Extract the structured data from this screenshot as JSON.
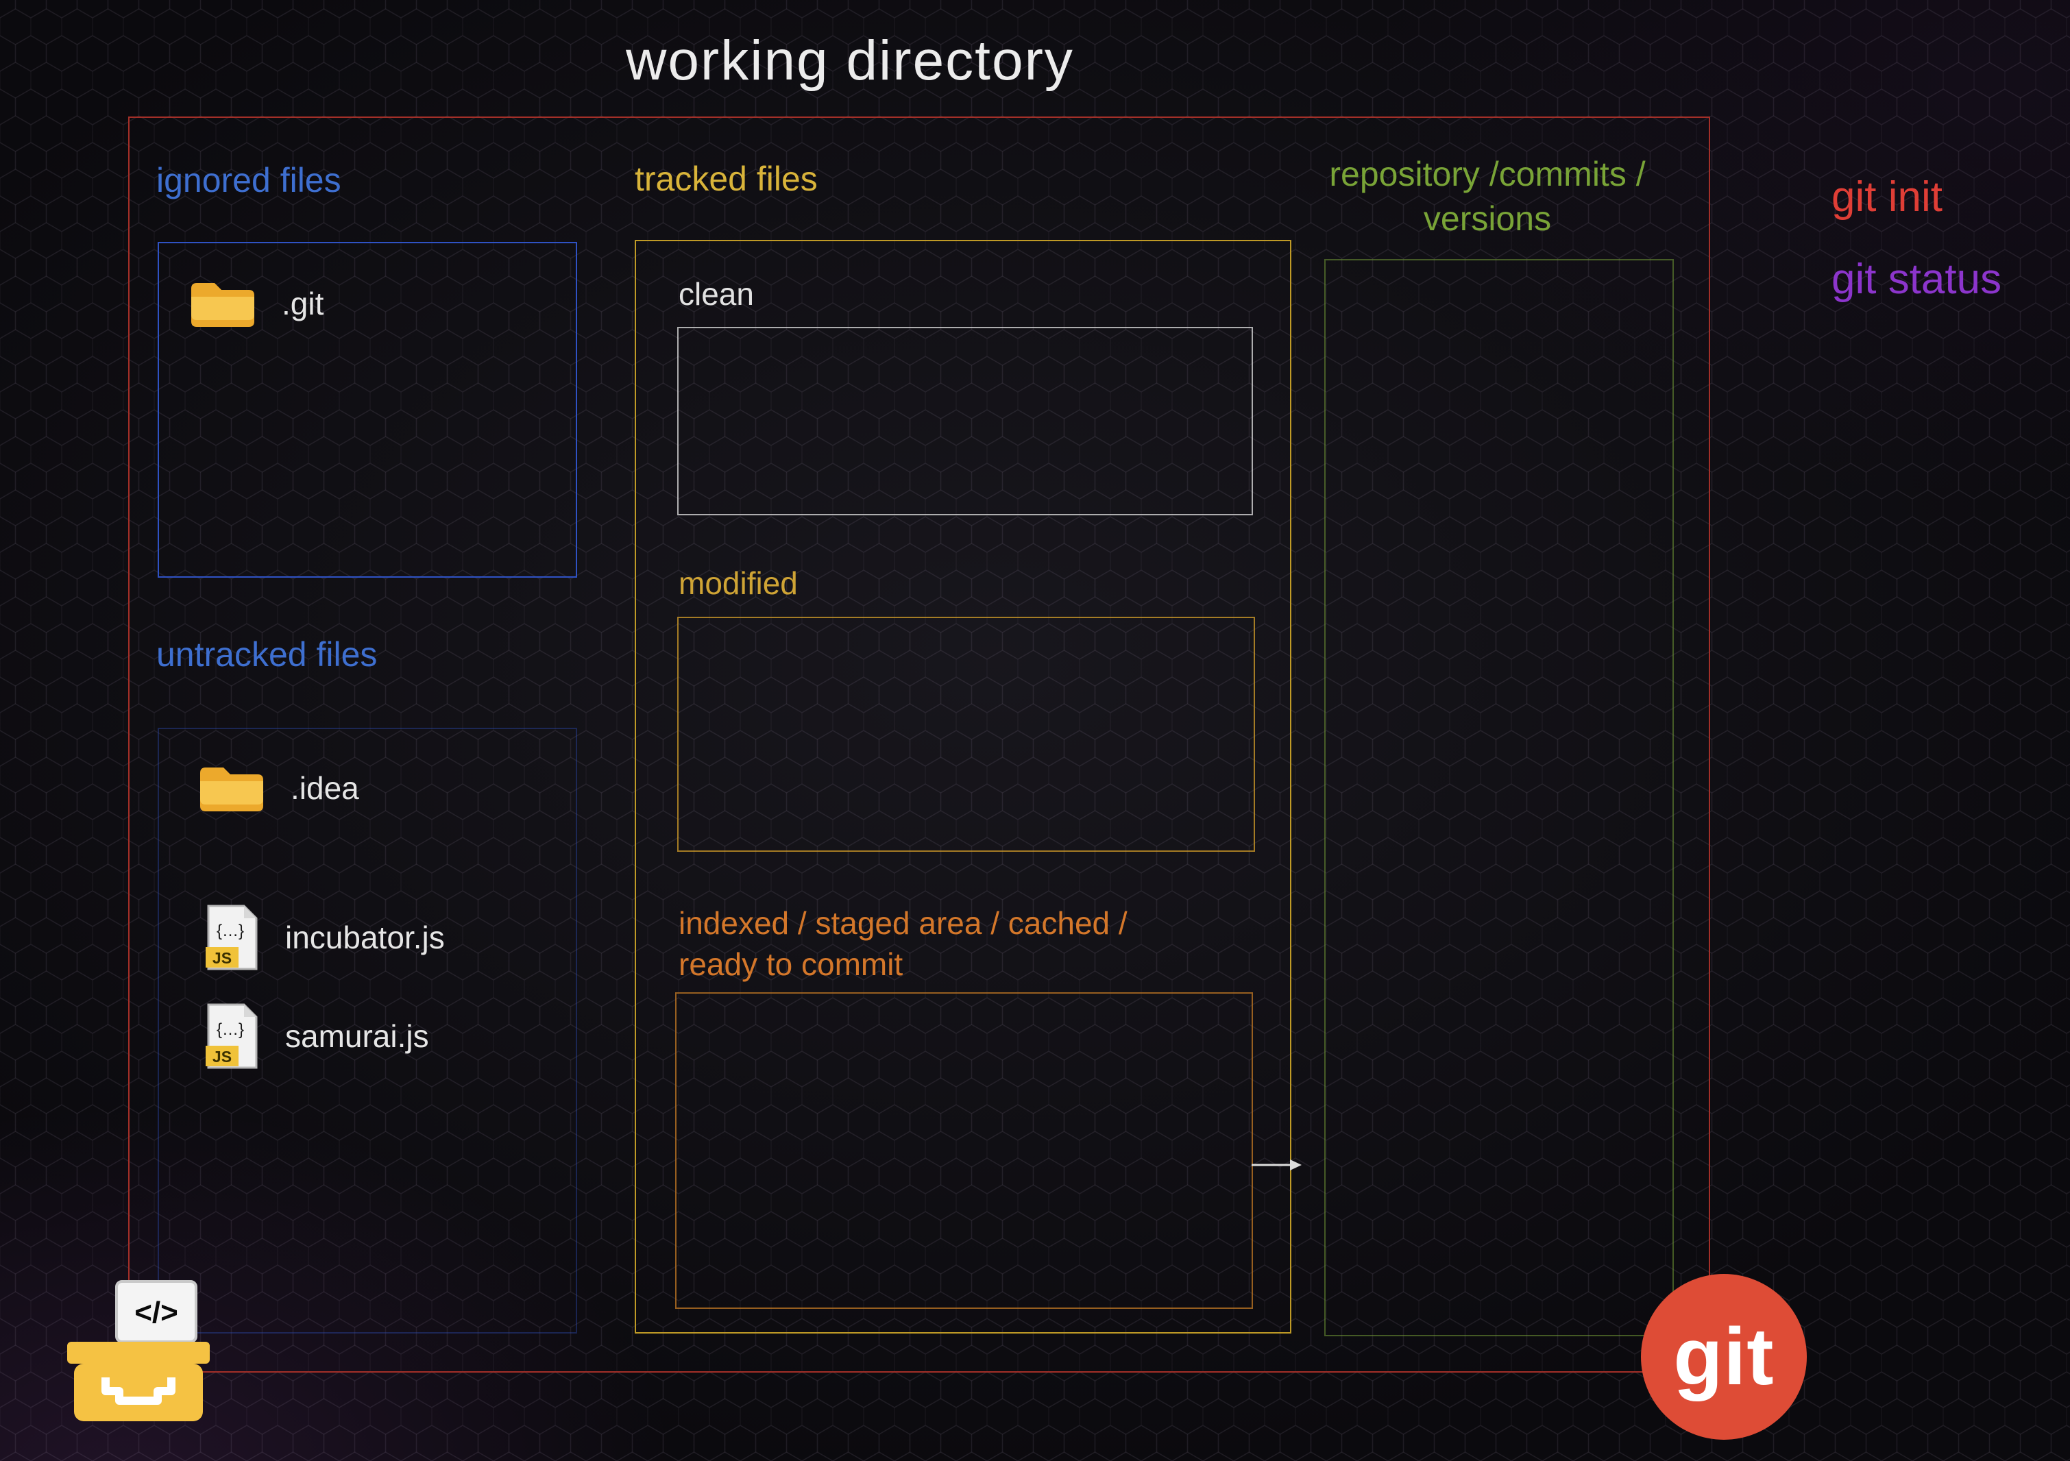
{
  "title": "working directory",
  "commands": {
    "init": "git init",
    "status": "git status"
  },
  "ignored": {
    "label": "ignored files",
    "items": [
      {
        "name": ".git",
        "icon": "folder-icon"
      }
    ]
  },
  "untracked": {
    "label": "untracked files",
    "items": [
      {
        "name": ".idea",
        "icon": "folder-icon"
      },
      {
        "name": "incubator.js",
        "icon": "js-file-icon"
      },
      {
        "name": "samurai.js",
        "icon": "js-file-icon"
      }
    ]
  },
  "tracked": {
    "label": "tracked files",
    "sections": [
      {
        "label": "clean"
      },
      {
        "label": "modified"
      },
      {
        "label": "indexed / staged area / cached / ready to commit"
      }
    ]
  },
  "repository": {
    "label": "repository /commits / versions"
  },
  "logo": {
    "text": "git"
  },
  "icons": {
    "js_badge": "JS",
    "code_glyph": "{…}",
    "code_card": "</>"
  },
  "colors": {
    "background": "#0b0a0e",
    "title": "#ececec",
    "blue_label": "#3e6fd0",
    "yellow_label": "#d9b43a",
    "modified_label": "#cfa435",
    "staged_label": "#d4772a",
    "repository_label": "#79a437",
    "git_init": "#e03e36",
    "git_status": "#8c35cc",
    "outer_border": "#a32f28",
    "git_logo": "#de4c36"
  }
}
